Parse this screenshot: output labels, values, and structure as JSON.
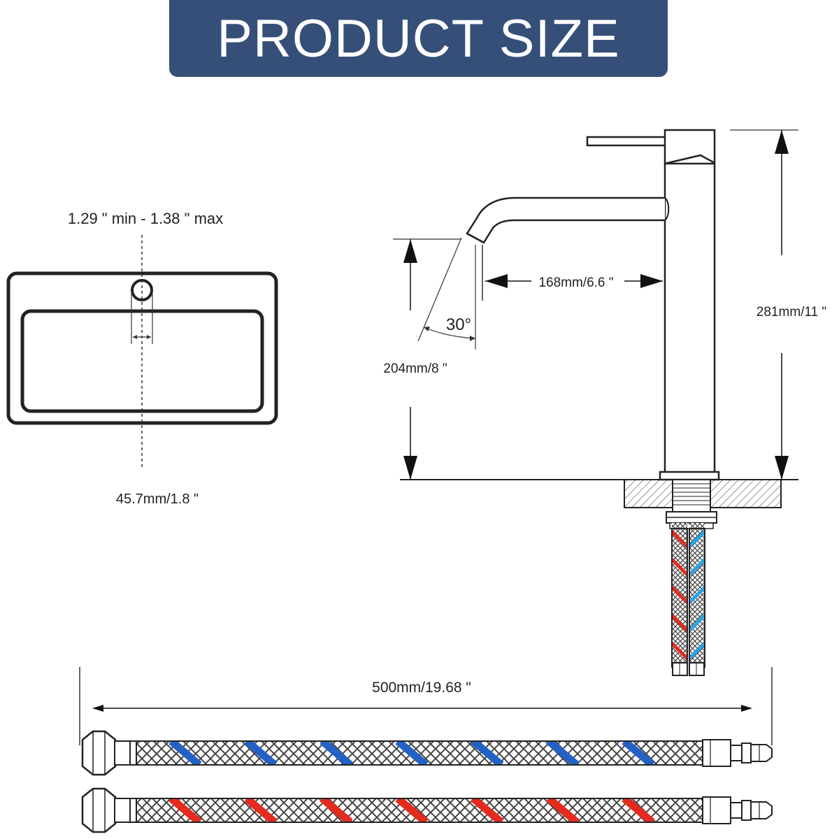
{
  "header": {
    "title": "PRODUCT SIZE"
  },
  "sink": {
    "hole_range_label": "1.29 \" min - 1.38 \" max",
    "center_offset_label": "45.7mm/1.8 \""
  },
  "faucet": {
    "reach_label": "168mm/6.6 \"",
    "spout_angle_label": "30°",
    "spout_height_label": "204mm/8 \"",
    "total_height_label": "281mm/11 \""
  },
  "hoses": {
    "length_label": "500mm/19.68 \"",
    "cold_color": "#2461c4",
    "hot_color": "#e52a1f"
  }
}
